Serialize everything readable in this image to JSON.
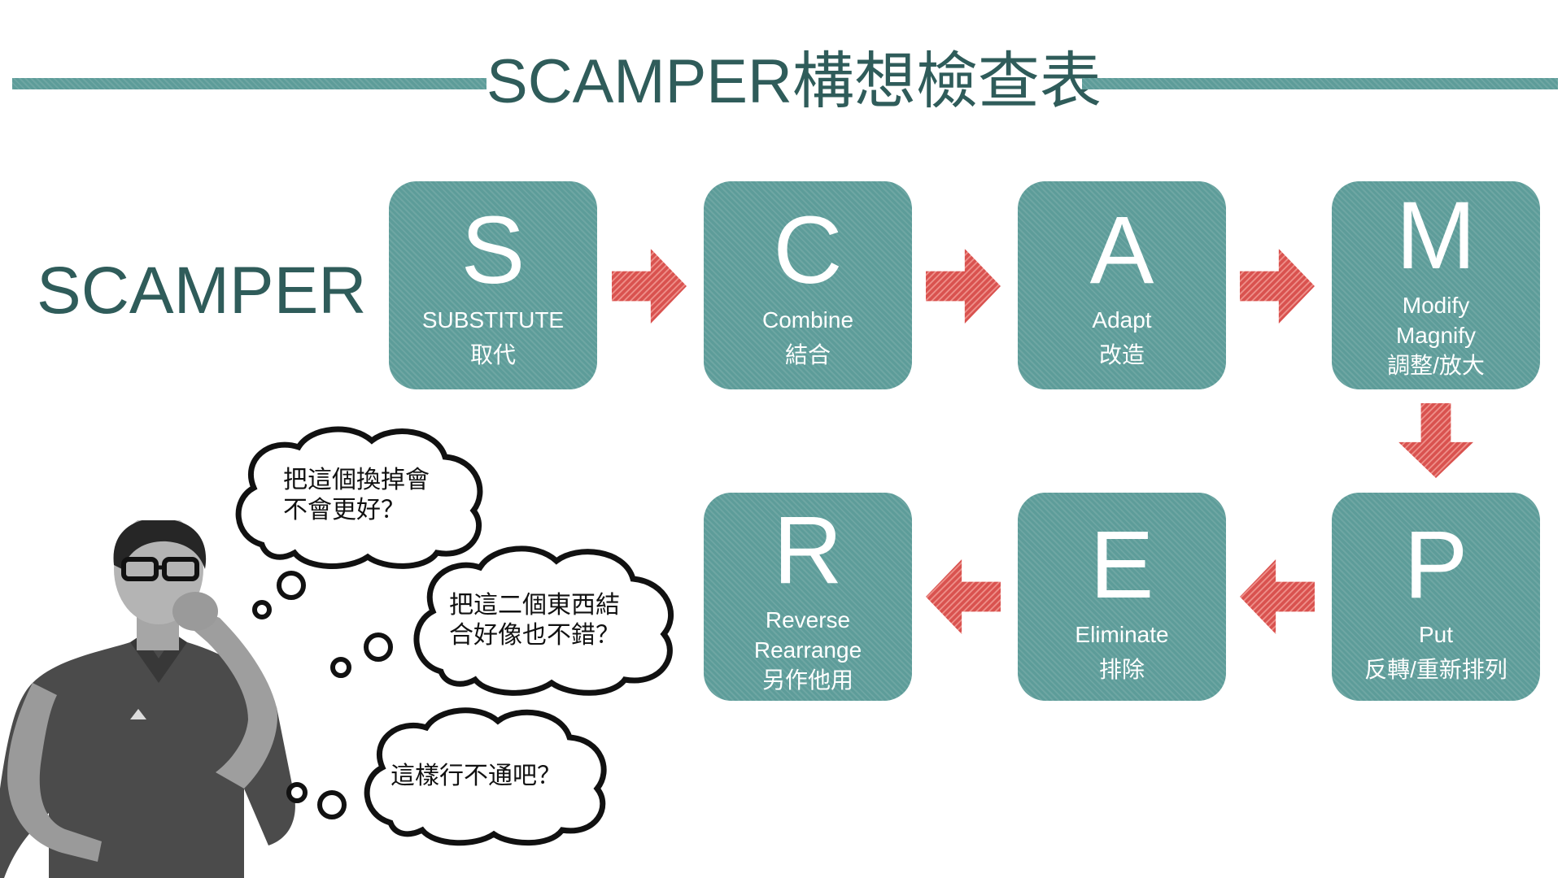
{
  "title": "SCAMPER構想檢查表",
  "row_label": "SCAMPER",
  "colors": {
    "teal": "#5d9c99",
    "title_text": "#2f5c5a",
    "arrow_red": "#d9524f"
  },
  "steps": [
    {
      "letter": "S",
      "lines": [
        "SUBSTITUTE",
        "取代"
      ]
    },
    {
      "letter": "C",
      "lines": [
        "Combine",
        "結合"
      ]
    },
    {
      "letter": "A",
      "lines": [
        "Adapt",
        "改造"
      ]
    },
    {
      "letter": "M",
      "lines": [
        "Modify",
        "Magnify",
        "調整/放大"
      ]
    },
    {
      "letter": "P",
      "lines": [
        "Put",
        "反轉/重新排列"
      ]
    },
    {
      "letter": "E",
      "lines": [
        "Eliminate",
        "排除"
      ]
    },
    {
      "letter": "R",
      "lines": [
        "Reverse",
        "Rearrange",
        "另作他用"
      ]
    }
  ],
  "thoughts": [
    {
      "lines": [
        "把這個換掉會",
        "不會更好？"
      ]
    },
    {
      "lines": [
        "把這二個東西結",
        "合好像也不錯？"
      ]
    },
    {
      "lines": [
        "這樣行不通吧？"
      ]
    }
  ],
  "icons": {
    "flow_arrow": "red-hatched-arrow-icon",
    "thinking": "thought-bubble-icon",
    "person": "thinking-man-illustration"
  }
}
